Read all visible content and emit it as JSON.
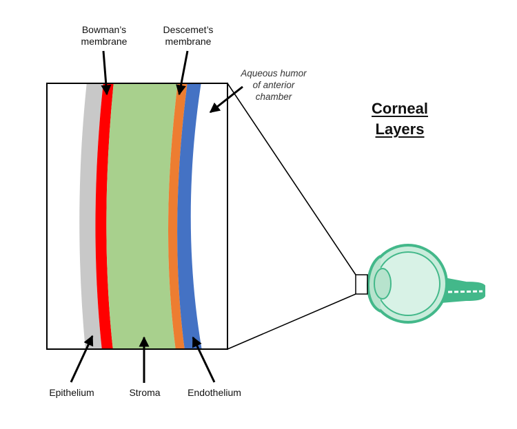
{
  "title": {
    "line1": "Corneal",
    "line2": "Layers"
  },
  "labels": {
    "bowmans": {
      "line1": "Bowman’s",
      "line2": "membrane"
    },
    "descemets": {
      "line1": "Descemet’s",
      "line2": "membrane"
    },
    "aqueous": {
      "line1": "Aqueous humor",
      "line2": "of anterior",
      "line3": "chamber"
    },
    "epithelium": "Epithelium",
    "stroma": "Stroma",
    "endothelium": "Endothelium"
  },
  "colors": {
    "epithelium": "#c8c8c8",
    "bowmans": "#ff0000",
    "stroma": "#a8d08d",
    "descemets": "#ed7d31",
    "endothelium": "#4472c4",
    "eye": "#43b88a",
    "eye_fill": "#c9ecdb"
  }
}
